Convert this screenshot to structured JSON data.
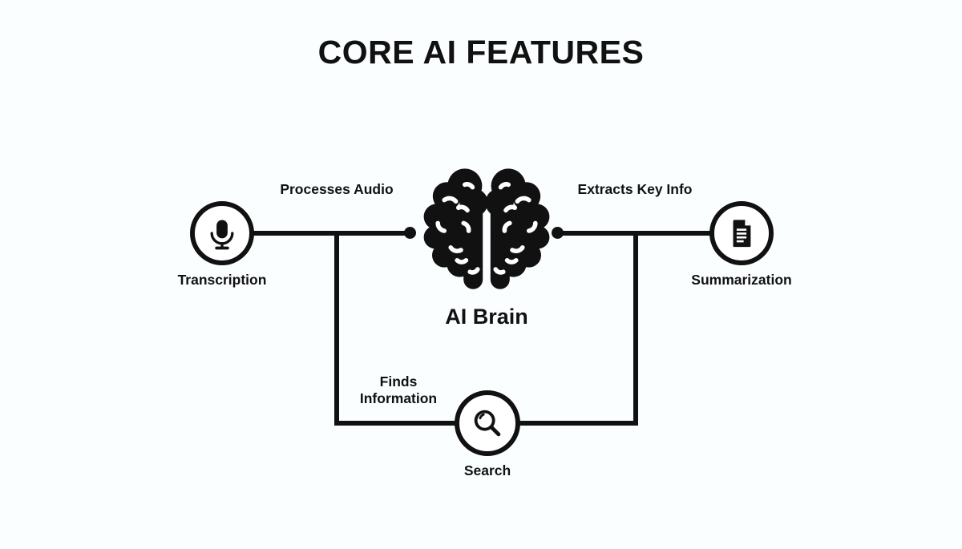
{
  "title": "CORE AI FEATURES",
  "colors": {
    "background": "#fbfeff",
    "ink": "#111111"
  },
  "diagram": {
    "center_node": {
      "label": "AI Brain",
      "icon": "brain-icon"
    },
    "nodes": {
      "transcription": {
        "label": "Transcription",
        "icon": "microphone-icon"
      },
      "summarization": {
        "label": "Summarization",
        "icon": "document-icon"
      },
      "search": {
        "label": "Search",
        "icon": "magnifier-icon"
      }
    },
    "edges": {
      "transcription_to_brain": {
        "label": "Processes Audio"
      },
      "brain_to_summarization": {
        "label": "Extracts Key Info"
      },
      "brain_to_search": {
        "label": "Finds Information"
      }
    }
  }
}
